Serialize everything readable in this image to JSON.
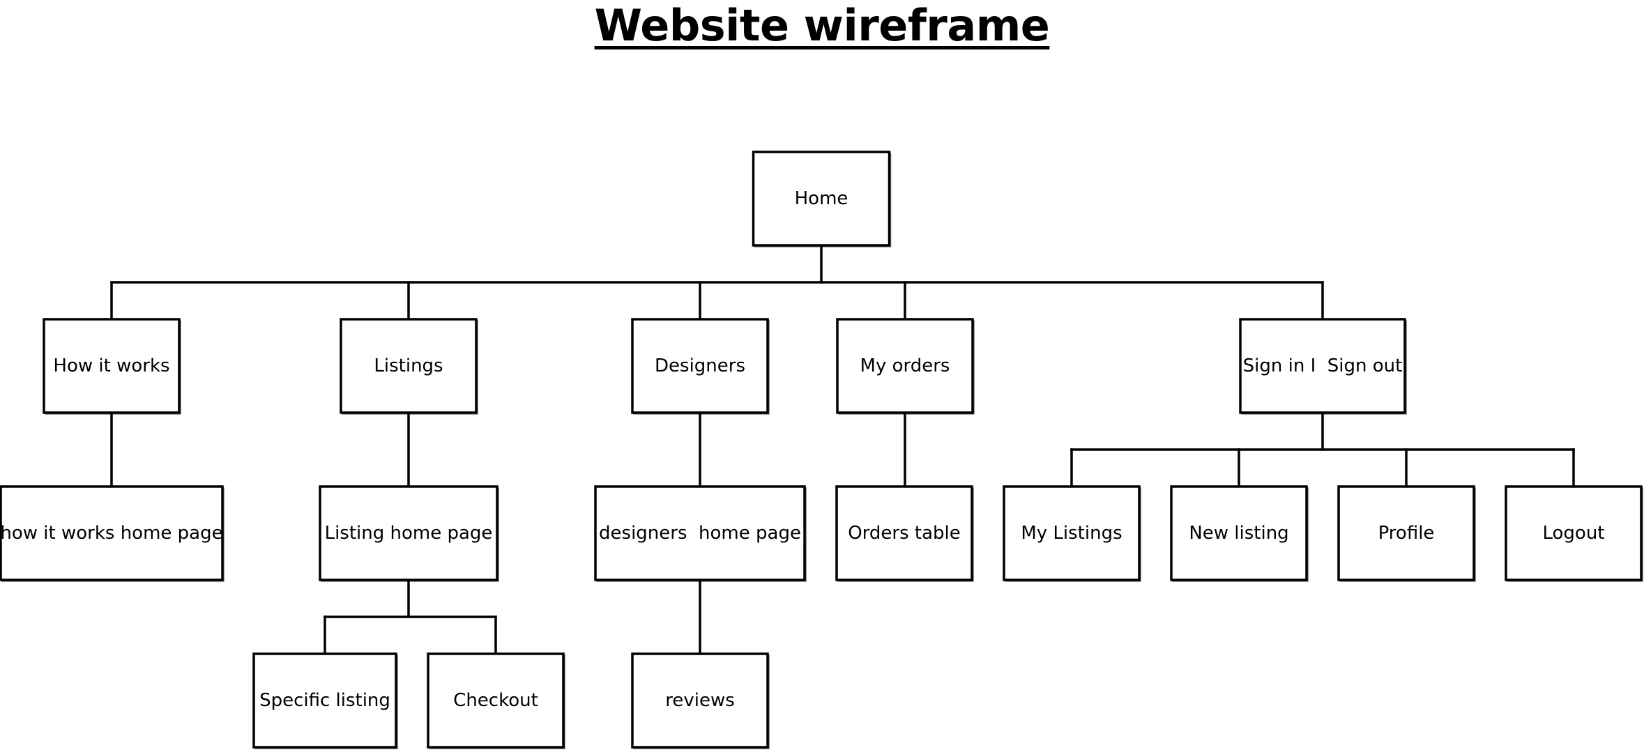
{
  "title": "Website wireframe",
  "diagram": {
    "nodes": [
      {
        "id": "home",
        "label": "Home"
      },
      {
        "id": "how-it-works",
        "label": "How it works",
        "parent": "home"
      },
      {
        "id": "listings",
        "label": "Listings",
        "parent": "home"
      },
      {
        "id": "designers",
        "label": "Designers",
        "parent": "home"
      },
      {
        "id": "my-orders",
        "label": "My orders",
        "parent": "home"
      },
      {
        "id": "sign-in-sign-out",
        "label": "Sign in I  Sign out",
        "parent": "home"
      },
      {
        "id": "how-it-works-home-page",
        "label": "how it works home page",
        "parent": "how-it-works"
      },
      {
        "id": "listing-home-page",
        "label": "Listing home page",
        "parent": "listings"
      },
      {
        "id": "designers-home-page",
        "label": "designers  home page",
        "parent": "designers"
      },
      {
        "id": "orders-table",
        "label": "Orders table",
        "parent": "my-orders"
      },
      {
        "id": "my-listings",
        "label": "My Listings",
        "parent": "sign-in-sign-out"
      },
      {
        "id": "new-listing",
        "label": "New listing",
        "parent": "sign-in-sign-out"
      },
      {
        "id": "profile",
        "label": "Profile",
        "parent": "sign-in-sign-out"
      },
      {
        "id": "logout",
        "label": "Logout",
        "parent": "sign-in-sign-out"
      },
      {
        "id": "specific-listing",
        "label": "Specific listing",
        "parent": "listing-home-page"
      },
      {
        "id": "checkout",
        "label": "Checkout",
        "parent": "listing-home-page"
      },
      {
        "id": "reviews",
        "label": "reviews",
        "parent": "designers-home-page"
      }
    ]
  }
}
